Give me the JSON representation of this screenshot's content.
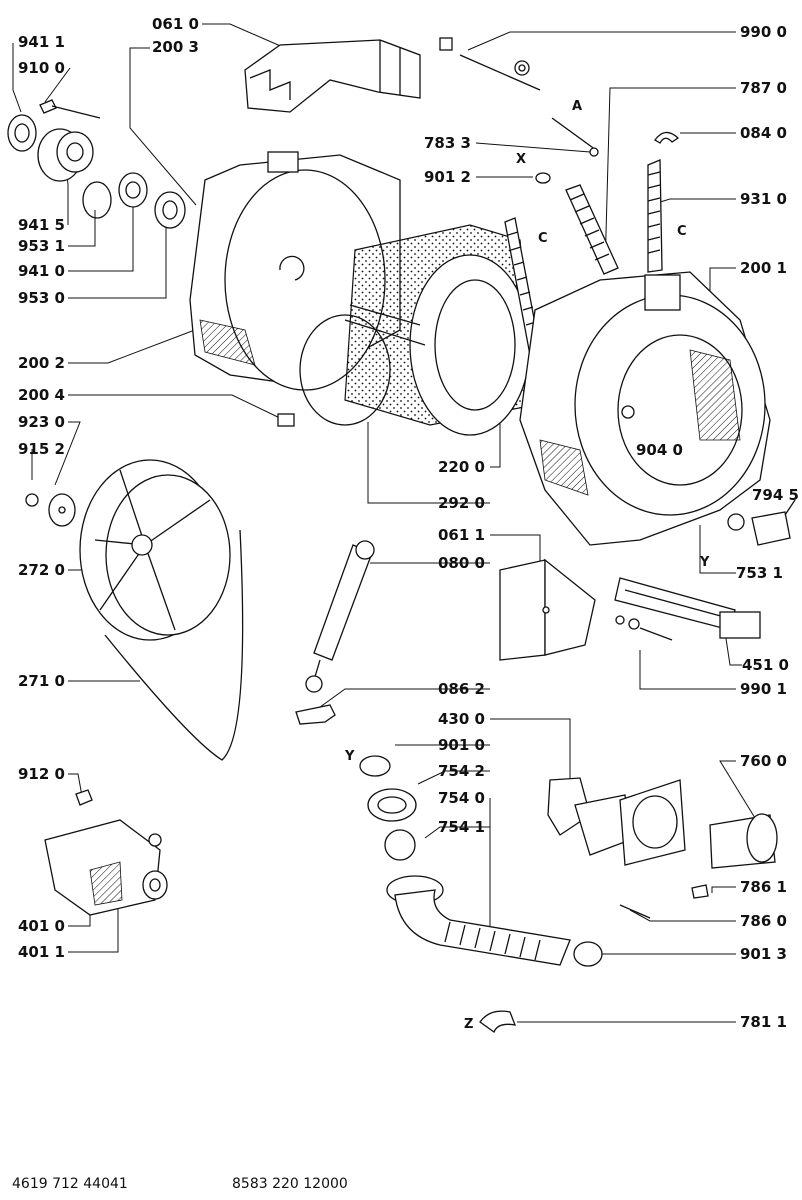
{
  "callouts": {
    "c0610": "061 0",
    "c9411": "941 1",
    "c9100": "910 0",
    "c2003": "200 3",
    "c9900": "990 0",
    "c7870": "787 0",
    "c7833": "783 3",
    "c0840": "084 0",
    "c9012": "901 2",
    "c9310": "931 0",
    "c9415": "941 5",
    "c9531": "953 1",
    "c9410": "941 0",
    "c9530": "953 0",
    "c2001": "200 1",
    "c2002": "200 2",
    "c2004": "200 4",
    "c9230": "923 0",
    "c9152": "915 2",
    "c9040": "904 0",
    "c2200": "220 0",
    "c2920": "292 0",
    "c7945": "794 5",
    "c0611": "061 1",
    "c7531": "753 1",
    "c2720": "272 0",
    "c0800": "080 0",
    "c4510": "451 0",
    "c9901": "990 1",
    "c2710": "271 0",
    "c0862": "086 2",
    "c4300": "430 0",
    "c9010": "901 0",
    "c7600": "760 0",
    "c9120": "912 0",
    "c7542": "754 2",
    "c7540": "754 0",
    "c7541": "754 1",
    "c7861": "786 1",
    "c7860": "786 0",
    "c4010": "401 0",
    "c9013": "901 3",
    "c4011": "401 1",
    "c7811": "781 1"
  },
  "letters": {
    "a": "A",
    "c1": "C",
    "c2": "C",
    "x": "X",
    "y1": "Y",
    "y2": "Y",
    "z": "Z"
  },
  "footer": {
    "left_code": "4619 712 44041",
    "right_code": "8583 220 12000"
  }
}
